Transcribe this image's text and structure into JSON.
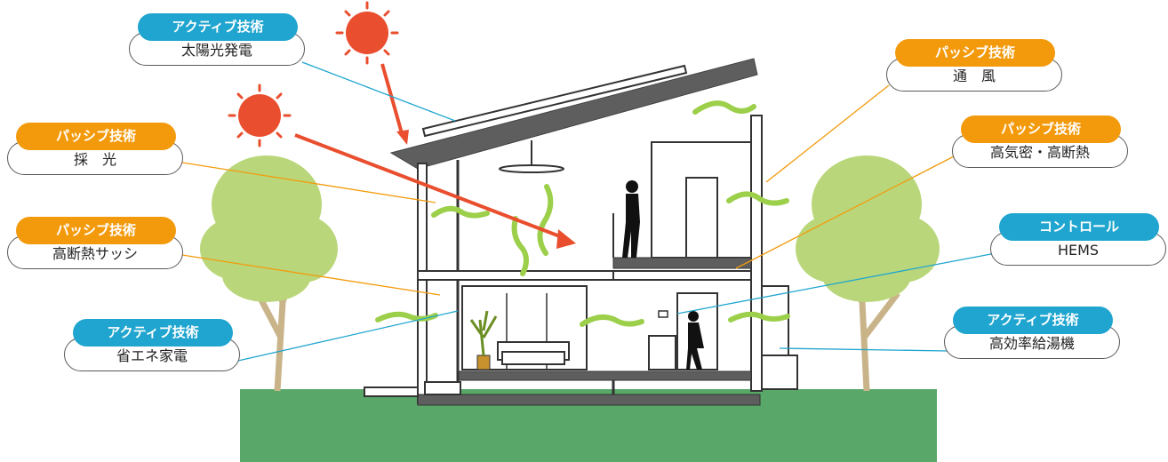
{
  "colors": {
    "passive": "#f39a0c",
    "active": "#1fa5cf",
    "ground": "#5aa76a",
    "sun": "#e94e2e",
    "tree": "#b9d77a",
    "wind": "#9ccf4a"
  },
  "callouts": {
    "solar": {
      "category": "アクティブ技術",
      "text": "太陽光発電"
    },
    "daylight": {
      "category": "パッシブ技術",
      "text": "採　光"
    },
    "sash": {
      "category": "パッシブ技術",
      "text": "高断熱サッシ"
    },
    "appliance": {
      "category": "アクティブ技術",
      "text": "省エネ家電"
    },
    "ventilation": {
      "category": "パッシブ技術",
      "text": "通　風"
    },
    "airtight": {
      "category": "パッシブ技術",
      "text": "高気密・高断熱"
    },
    "hems": {
      "category": "コントロール",
      "text": "HEMS"
    },
    "water_heater": {
      "category": "アクティブ技術",
      "text": "高効率給湯機"
    }
  }
}
